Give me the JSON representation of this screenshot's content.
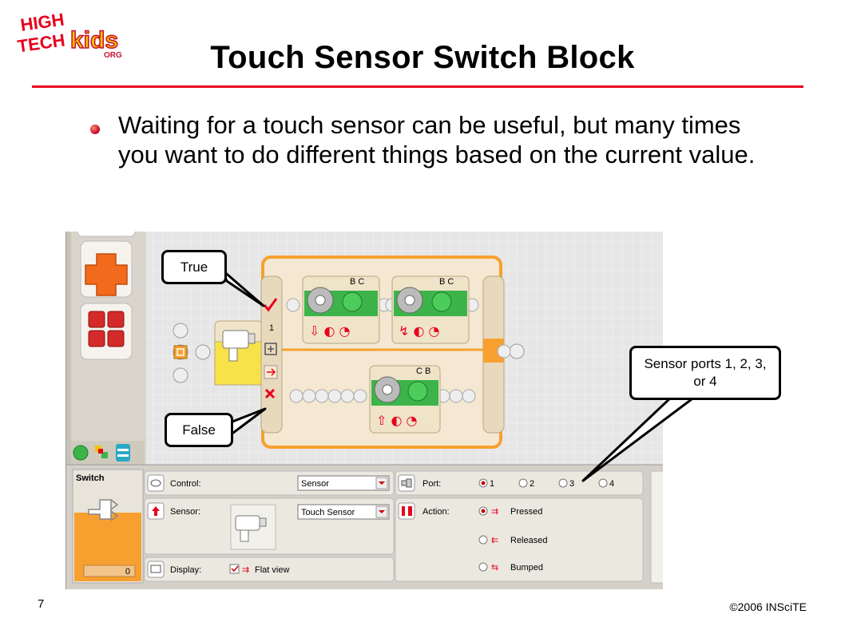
{
  "logo": {
    "line1": "HIGH",
    "line2": "TECH",
    "word": "kids",
    "suffix": "ORG"
  },
  "title": "Touch Sensor Switch Block",
  "bullet_text": "Waiting for a touch sensor can be useful, but many times you want to do different things based on the current value.",
  "callouts": {
    "true_label": "True",
    "false_label": "False",
    "ports_label": "Sensor ports 1, 2, 3, or 4"
  },
  "canvas": {
    "motor_blocks": [
      {
        "ports": "B C"
      },
      {
        "ports": "B C"
      },
      {
        "ports": "C B"
      }
    ],
    "switch_port_number": "1"
  },
  "config_panel": {
    "block_name": "Switch",
    "block_value": "0",
    "control_label": "Control:",
    "control_value": "Sensor",
    "sensor_label": "Sensor:",
    "sensor_value": "Touch Sensor",
    "display_label": "Display:",
    "display_option": "Flat view",
    "port_label": "Port:",
    "ports": [
      {
        "label": "1",
        "selected": true
      },
      {
        "label": "2",
        "selected": false
      },
      {
        "label": "3",
        "selected": false
      },
      {
        "label": "4",
        "selected": false
      }
    ],
    "action_label": "Action:",
    "actions": [
      {
        "label": "Pressed",
        "selected": true
      },
      {
        "label": "Released",
        "selected": false
      },
      {
        "label": "Bumped",
        "selected": false
      }
    ]
  },
  "footer": {
    "page_number": "7",
    "copyright": "©2006 INSciTE"
  },
  "colors": {
    "accent_red": "#e8001c",
    "nxt_orange": "#f7a030",
    "nxt_green": "#3cb44a"
  }
}
